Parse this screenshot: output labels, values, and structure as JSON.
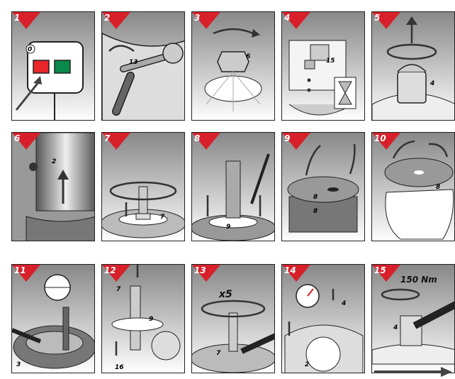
{
  "steps": [
    {
      "num": "1",
      "callouts": [
        "0"
      ]
    },
    {
      "num": "2",
      "callouts": [
        "13"
      ]
    },
    {
      "num": "3",
      "callouts": [
        "6"
      ]
    },
    {
      "num": "4",
      "callouts": [
        "15"
      ]
    },
    {
      "num": "5",
      "callouts": [
        "4"
      ]
    },
    {
      "num": "6",
      "callouts": [
        "2"
      ]
    },
    {
      "num": "7",
      "callouts": [
        "7"
      ]
    },
    {
      "num": "8",
      "callouts": [
        "9"
      ]
    },
    {
      "num": "9",
      "callouts": [
        "8",
        "8"
      ]
    },
    {
      "num": "10",
      "callouts": [
        "8"
      ]
    },
    {
      "num": "11",
      "callouts": [
        "3"
      ]
    },
    {
      "num": "12",
      "callouts": [
        "7",
        "9",
        "16"
      ]
    },
    {
      "num": "13",
      "callouts": [
        "7"
      ],
      "text": "x5"
    },
    {
      "num": "14",
      "callouts": [
        "4",
        "2"
      ]
    },
    {
      "num": "15",
      "callouts": [
        "4"
      ],
      "text": "150 Nm"
    }
  ],
  "colors": {
    "accent": "#d8202a",
    "switch_red": "#e8262a",
    "switch_green": "#0a8a4a",
    "outline": "#222222"
  }
}
